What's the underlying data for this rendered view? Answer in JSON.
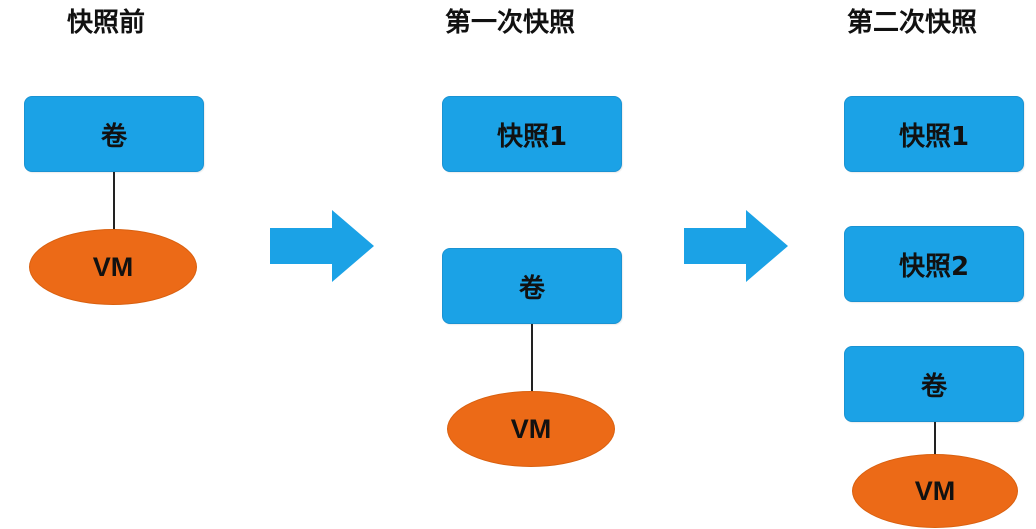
{
  "columns": [
    {
      "title": "快照前",
      "snapshots": [],
      "volume": "卷",
      "vm": "VM"
    },
    {
      "title": "第一次快照",
      "snapshots": [
        "快照1"
      ],
      "volume": "卷",
      "vm": "VM"
    },
    {
      "title": "第二次快照",
      "snapshots": [
        "快照1",
        "快照2"
      ],
      "volume": "卷",
      "vm": "VM"
    }
  ],
  "colors": {
    "box_fill": "#1ba2e6",
    "vm_fill": "#ec6a17",
    "arrow_fill": "#1ba2e6"
  }
}
